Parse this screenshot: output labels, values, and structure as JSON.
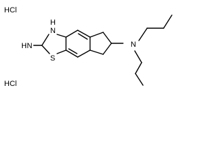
{
  "salts": [
    "HCl",
    "HCl"
  ],
  "atoms": {
    "imine": "HN",
    "ring_nh": "H",
    "ring_n": "N",
    "sulfur": "S",
    "amine_n": "N"
  }
}
